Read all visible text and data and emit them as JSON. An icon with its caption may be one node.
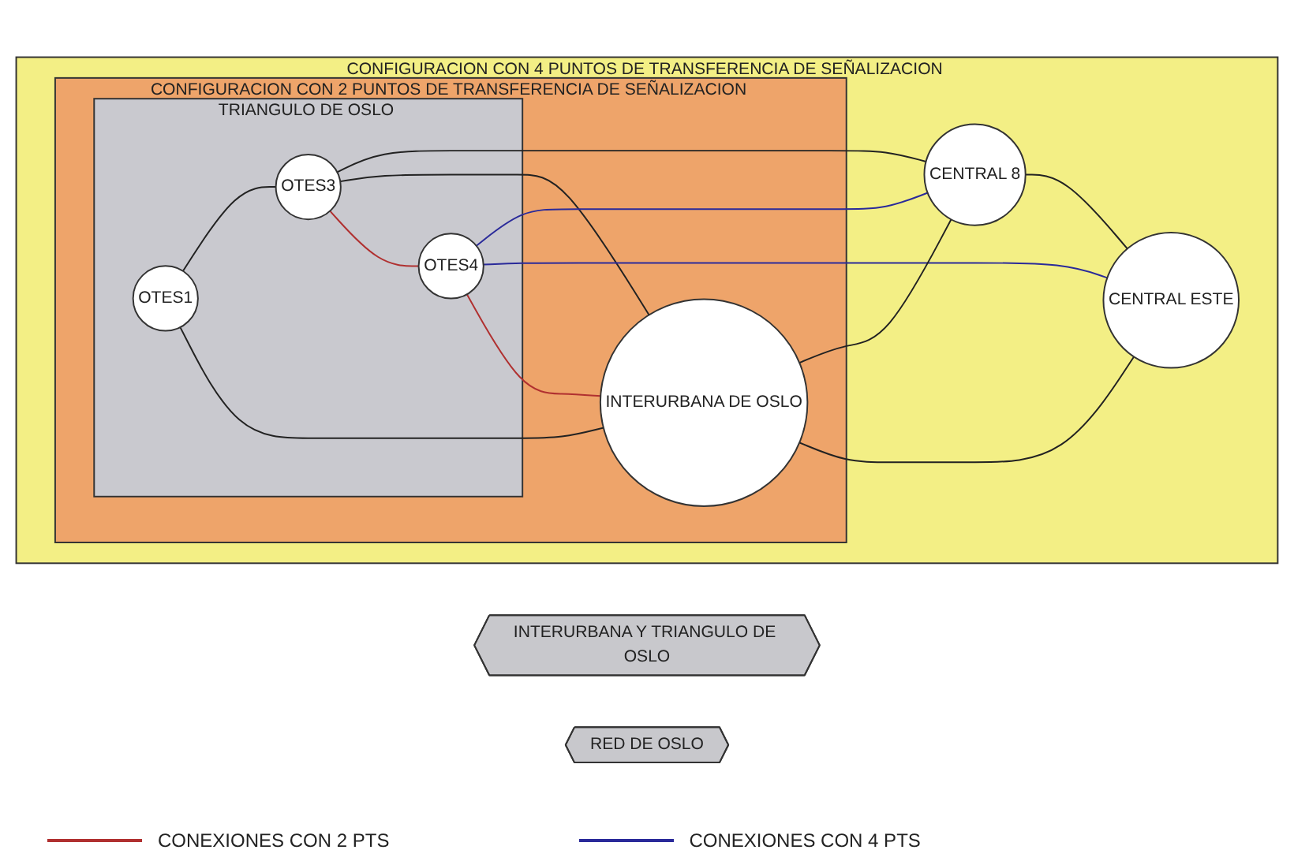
{
  "diagram": {
    "nodes": [
      {
        "text": [
          "INTERURBANA Y TRIANGULO DE OSLO"
        ]
      },
      {
        "text": [
          "RED DE OSLO"
        ]
      },
      {
        "text": [
          "CONFIGURACION CON 4 PUNTOS DE TRANSFERENCIA DE SEÑALIZACION"
        ]
      },
      {
        "text": [
          "CONFIGURACION CON 2 PUNTOS DE TRANSFERENCIA DE SEÑALIZACION"
        ],
        "in": 2
      },
      {
        "text": [
          "TRIANGULO DE OSLO"
        ],
        "in": 3
      },
      {
        "text": [
          "OTES1"
        ],
        "in": 4
      },
      {
        "text": [
          "OTES3"
        ],
        "in": 4
      },
      {
        "text": [
          "OTES4"
        ],
        "in": 4
      },
      {
        "text": [
          "INTERURBANA DE OSLO"
        ],
        "in": 3
      },
      {
        "text": [
          "CENTRAL 8"
        ],
        "in": 2
      },
      {
        "text": [
          "CENTRAL ESTE"
        ],
        "in": 2
      }
    ],
    "edges": [
      {
        "from": 5,
        "to": 6,
        "arrow": "none"
      },
      {
        "from": 5,
        "to": 8,
        "arrow": "none"
      },
      {
        "from": 6,
        "to": 9,
        "arrow": "none"
      },
      {
        "from": 6,
        "to": 8,
        "arrow": "none"
      },
      {
        "from": 6,
        "to": 7,
        "arrow": "none",
        "color": "#b03030"
      },
      {
        "from": 7,
        "to": 9,
        "arrow": "none",
        "color": "#2a2a9a"
      },
      {
        "from": 7,
        "to": 10,
        "arrow": "none",
        "color": "#2a2a9a"
      },
      {
        "from": 7,
        "to": 8,
        "arrow": "none",
        "color": "#b03030"
      },
      {
        "from": 8,
        "to": 9,
        "arrow": "none"
      },
      {
        "from": 8,
        "to": 10,
        "arrow": "none"
      },
      {
        "from": 9,
        "to": 10,
        "arrow": "none"
      }
    ],
    "legend": [
      {
        "text": "CONEXIONES CON 2 PTS",
        "color": "#b03030"
      },
      {
        "text": "CONEXIONES CON 4 PTS",
        "color": "#2a2a9a"
      }
    ]
  }
}
